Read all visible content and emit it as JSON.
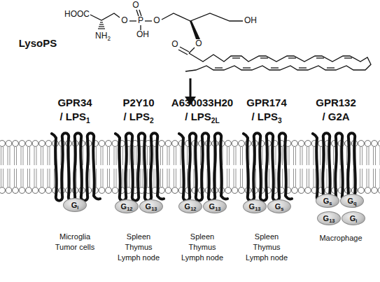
{
  "diagram": {
    "nodes": [
      {
        "text": [
          "G",
          "i"
        ]
      },
      {
        "text": [
          "G",
          "12"
        ]
      },
      {
        "text": [
          "G",
          "13"
        ]
      },
      {
        "text": [
          "G",
          "12"
        ]
      },
      {
        "text": [
          "G",
          "13"
        ]
      },
      {
        "text": [
          "G",
          "13"
        ]
      },
      {
        "text": [
          "G",
          "s"
        ]
      },
      {
        "text": [
          "G",
          "s"
        ]
      },
      {
        "text": [
          "G",
          "q"
        ]
      },
      {
        "text": [
          "G",
          "13"
        ]
      },
      {
        "text": [
          "G",
          "i"
        ]
      }
    ],
    "edges": [],
    "labels": [
      "HOOC",
      "O",
      "O",
      "P",
      "O",
      "OH",
      "OH",
      "NH",
      "2",
      "O",
      "O",
      "LysoPS",
      "GPR34",
      "/ LPS",
      "1",
      "P2Y10",
      "/ LPS",
      "2",
      "A630033H20",
      "/ LPS",
      "2L",
      "GPR174",
      "/ LPS",
      "3",
      "GPR132",
      "/ G2A",
      "Microglia",
      "Tumor cells",
      "Spleen",
      "Thymus",
      "Lymph node",
      "Spleen",
      "Thymus",
      "Lymph node",
      "Spleen",
      "Thymus",
      "Lymph node",
      "Macrophage"
    ]
  }
}
